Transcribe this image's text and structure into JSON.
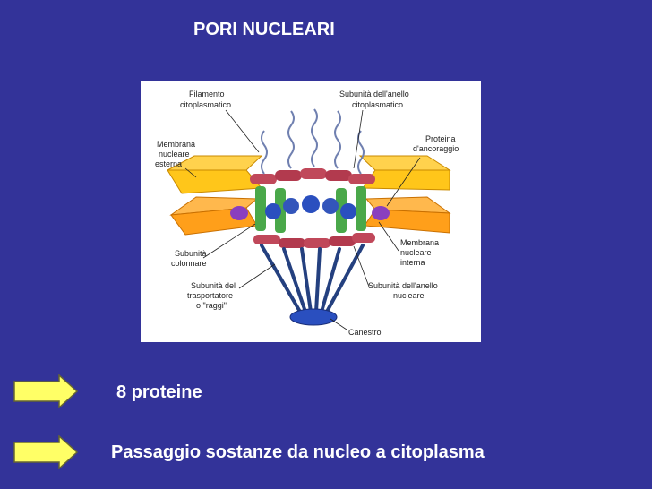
{
  "title": "PORI NUCLEARI",
  "diagram": {
    "labels": {
      "filamento_1": "Filamento",
      "filamento_2": "citoplasmatico",
      "subunita_anello_cito_1": "Subunità dell'anello",
      "subunita_anello_cito_2": "citoplasmatico",
      "proteina_1": "Proteina",
      "proteina_2": "d'ancoraggio",
      "membrana_esterna_1": "Membrana",
      "membrana_esterna_2": "nucleare",
      "membrana_esterna_3": "esterna",
      "subunita_colonnare_1": "Subunità",
      "subunita_colonnare_2": "colonnare",
      "membrana_interna_1": "Membrana",
      "membrana_interna_2": "nucleare",
      "membrana_interna_3": "interna",
      "trasportatore_1": "Subunità del",
      "trasportatore_2": "trasportatore",
      "trasportatore_3": "o \"raggi\"",
      "anello_nucleare_1": "Subunità dell'anello",
      "anello_nucleare_2": "nucleare",
      "canestro": "Canestro"
    }
  },
  "bullets": [
    {
      "text": "8 proteine"
    },
    {
      "text": "Passaggio sostanze da nucleo a citoplasma"
    }
  ],
  "colors": {
    "background": "#333399",
    "arrow_fill": "#ffff66",
    "membrane_outer": "#ffc61a",
    "membrane_inner": "#ff9f1a",
    "ring": "#c0485a",
    "column": "#4aa84a",
    "transporter": "#3355bb"
  }
}
